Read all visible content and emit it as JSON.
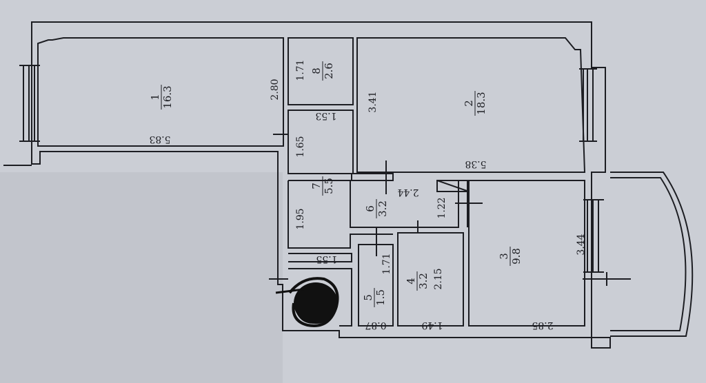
{
  "colors": {
    "paper": "#cfd2d9",
    "paper_shadow": "#b9bcc4",
    "ink": "#1c1d22",
    "wall_fill": "#d6d8de",
    "scribble": "#111111"
  },
  "rooms": [
    {
      "number": "1",
      "area": "16.3"
    },
    {
      "number": "2",
      "area": "18.3"
    },
    {
      "number": "3",
      "area": "9.8"
    },
    {
      "number": "4",
      "area": "3.2"
    },
    {
      "number": "5",
      "area": "1.5"
    },
    {
      "number": "6",
      "area": "3.2"
    },
    {
      "number": "7",
      "area": "5.5"
    },
    {
      "number": "8",
      "area": "2.6"
    }
  ],
  "dimensions": [
    "5.83",
    "2.80",
    "1.71",
    "1.53",
    "3.41",
    "5.38",
    "1.65",
    "1.95",
    "2.44",
    "1.22",
    "1.55",
    "1.71",
    "2.15",
    "0.87",
    "1.49",
    "2.85",
    "3.44"
  ]
}
